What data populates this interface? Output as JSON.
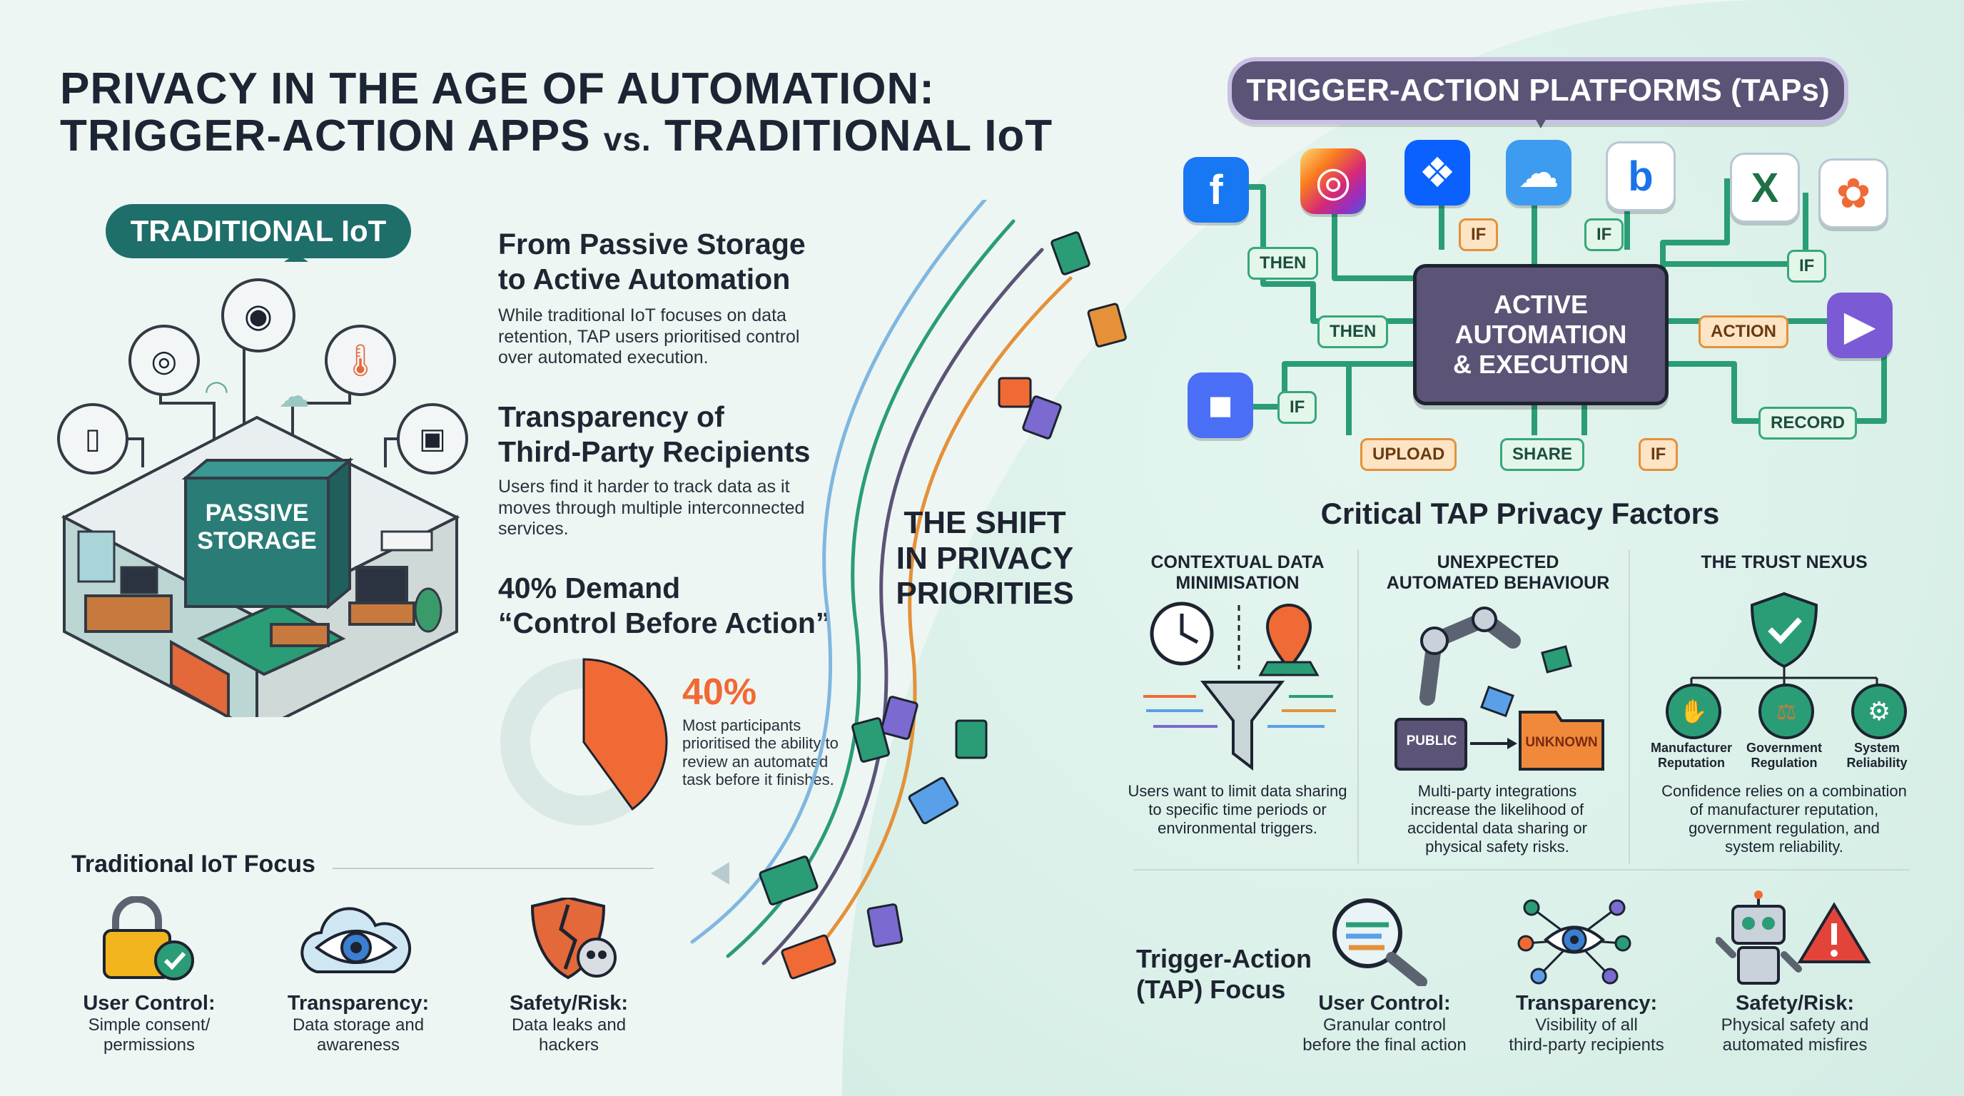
{
  "title": {
    "line1": "PRIVACY IN THE AGE OF AUTOMATION:",
    "line2_a": "TRIGGER-ACTION APPS",
    "line2_vs": "vs.",
    "line2_b": "TRADITIONAL IoT"
  },
  "traditional": {
    "badge": "TRADITIONAL IoT",
    "core": "PASSIVE\nSTORAGE"
  },
  "middle": {
    "s1_title": "From Passive Storage\nto Active Automation",
    "s1_body": "While traditional IoT focuses on data\nretention, TAP users prioritised control\nover automated execution.",
    "s2_title": "Transparency of\nThird-Party Recipients",
    "s2_body": "Users find it harder to track data as it\nmoves through multiple interconnected\nservices.",
    "s3_title": "40% Demand\n“Control Before Action”",
    "stat_value": "40%",
    "stat_fraction": 0.4,
    "stat_body": "Most participants\nprioritised the ability to\nreview an automated\ntask before it finishes."
  },
  "shift": "THE SHIFT\nIN PRIVACY\nPRIORITIES",
  "tap": {
    "badge": "TRIGGER-ACTION PLATFORMS (TAPs)",
    "core": "ACTIVE\nAUTOMATION\n& EXECUTION",
    "tags": [
      "THEN",
      "THEN",
      "IF",
      "IF",
      "IF",
      "IF",
      "ACTION",
      "RECORD",
      "UPLOAD",
      "SHARE",
      "IF"
    ],
    "apps": [
      "facebook-icon",
      "instagram-icon",
      "dropbox-icon",
      "icloud-icon",
      "bing-icon",
      "excel-icon",
      "photos-icon",
      "video-app-icon",
      "zoom-icon"
    ]
  },
  "factors": {
    "title": "Critical TAP Privacy Factors",
    "items": [
      {
        "title": "CONTEXTUAL DATA\nMINIMISATION",
        "body": "Users want to limit data sharing\nto specific time periods or\nenvironmental triggers."
      },
      {
        "title": "UNEXPECTED\nAUTOMATED BEHAVIOUR",
        "body": "Multi-party integrations\nincrease the likelihood of\naccidental data sharing or\nphysical safety risks.",
        "label_public": "PUBLIC",
        "label_unknown": "UNKNOWN"
      },
      {
        "title": "THE TRUST NEXUS",
        "body": "Confidence relies on a combination\nof manufacturer reputation,\ngovernment regulation, and\nsystem reliability.",
        "sub": [
          "Manufacturer\nReputation",
          "Government\nRegulation",
          "System\nReliability"
        ]
      }
    ]
  },
  "trad_focus": {
    "title": "Traditional IoT Focus",
    "items": [
      {
        "title": "User Control:",
        "body": "Simple consent/\npermissions"
      },
      {
        "title": "Transparency:",
        "body": "Data storage and\nawareness"
      },
      {
        "title": "Safety/Risk:",
        "body": "Data leaks and\nhackers"
      }
    ]
  },
  "tap_focus": {
    "title": "Trigger-Action\n(TAP) Focus",
    "items": [
      {
        "title": "User Control:",
        "body": "Granular control\nbefore the final action"
      },
      {
        "title": "Transparency:",
        "body": "Visibility of all\nthird-party recipients"
      },
      {
        "title": "Safety/Risk:",
        "body": "Physical safety and\nautomated misfires"
      }
    ]
  },
  "colors": {
    "teal": "#1e6e6a",
    "purple": "#5b5476",
    "orange": "#f06a35",
    "ring": "#dbe9e6"
  }
}
